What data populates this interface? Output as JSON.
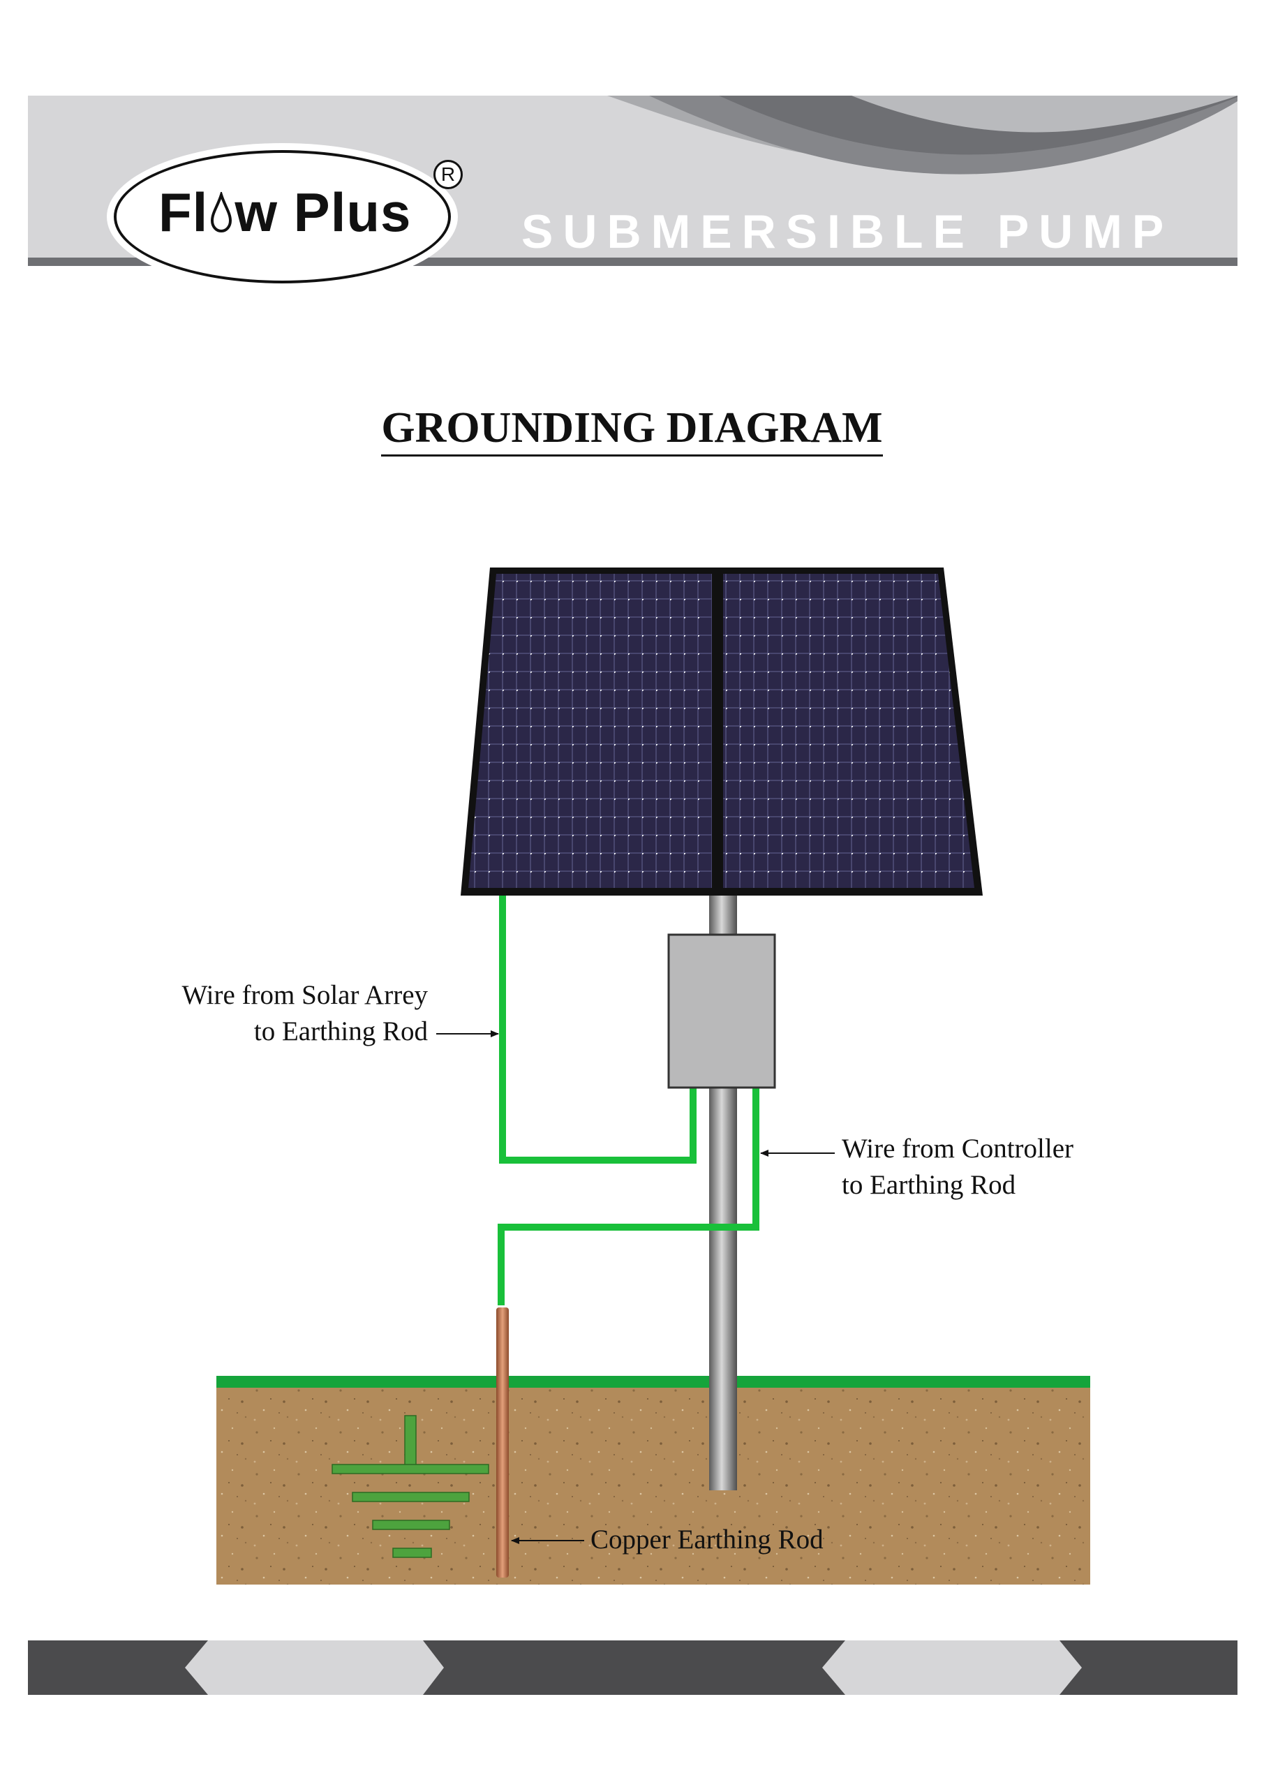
{
  "header": {
    "logo_text_before": "Fl",
    "logo_text_after": "w Plus",
    "registered_mark": "R",
    "title": "SUBMERSIBLE PUMP"
  },
  "page_title": "GROUNDING DIAGRAM",
  "labels": {
    "solar_wire_line1": "Wire from Solar Arrey",
    "solar_wire_line2": "to Earthing Rod",
    "controller_wire_line1": "Wire from Controller",
    "controller_wire_line2": "to Earthing Rod",
    "copper_rod": "Copper Earthing Rod"
  },
  "colors": {
    "header_band": "#d6d6d8",
    "header_stripe": "#6e6f73",
    "wire_green": "#19c03a",
    "grass_green": "#15a43b",
    "soil": "#b08a5a",
    "panel_cell": "#2b2748",
    "pole": "#8a8a8a",
    "controller_box": "#b9b9ba",
    "copper": "#c47a50",
    "ground_symbol": "#4da33e",
    "footer": "#4b4b4d",
    "footer_chevron": "#d6d6d8"
  },
  "icons": {
    "logo_drop": "water-drop-icon",
    "ground_symbol": "ground-symbol-icon"
  }
}
